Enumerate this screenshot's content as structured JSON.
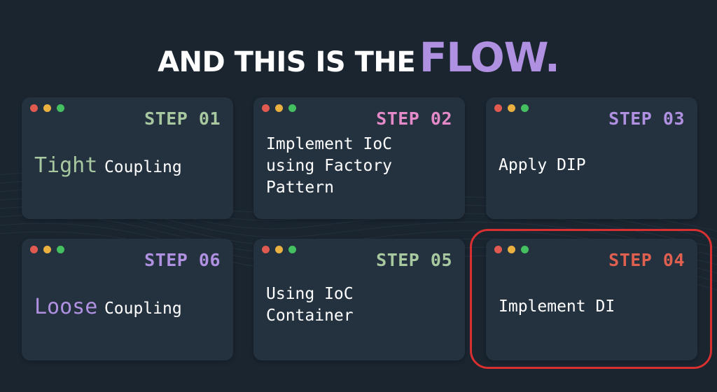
{
  "headline": {
    "prefix": "AND THIS IS THE",
    "accent": "FLOW."
  },
  "colors": {
    "background": "#1a2530",
    "card": "#243240",
    "accent_purple": "#b090e0",
    "step_green": "#a8c8a0",
    "step_pink": "#e58ac8",
    "step_red": "#e06050",
    "highlight_ring": "#d83030"
  },
  "cards": [
    {
      "step": "STEP 01",
      "step_color": "#a8c8a0",
      "big_word": "Tight",
      "big_word_color": "#a8c8a0",
      "rest": "Coupling"
    },
    {
      "step": "STEP 02",
      "step_color": "#e58ac8",
      "lines": [
        "Implement IoC",
        "using Factory",
        "Pattern"
      ]
    },
    {
      "step": "STEP 03",
      "step_color": "#b090e0",
      "lines": [
        "Apply DIP"
      ]
    },
    {
      "step": "STEP 06",
      "step_color": "#b090e0",
      "big_word": "Loose",
      "big_word_color": "#b090e0",
      "rest": "Coupling"
    },
    {
      "step": "STEP 05",
      "step_color": "#a8c8a0",
      "lines": [
        "Using IoC",
        "Container"
      ]
    },
    {
      "step": "STEP 04",
      "step_color": "#e06050",
      "lines": [
        "Implement DI"
      ],
      "highlighted": true
    }
  ]
}
